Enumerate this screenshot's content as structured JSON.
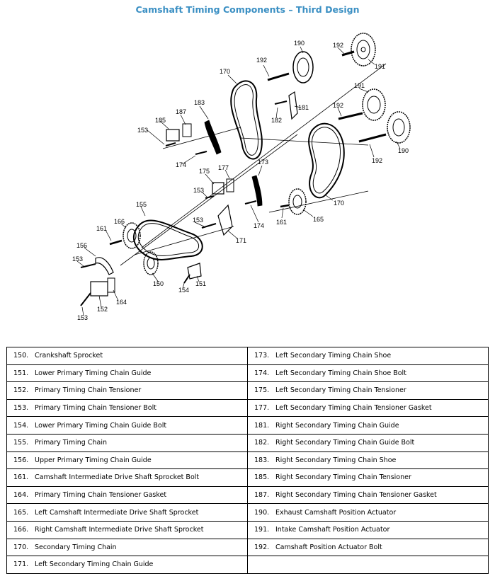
{
  "title": "Camshaft Timing Components – Third Design",
  "callouts": {
    "c150": "150",
    "c151": "151",
    "c152": "152",
    "c153a": "153",
    "c153b": "153",
    "c153c": "153",
    "c153d": "153",
    "c153e": "153",
    "c154": "154",
    "c155": "155",
    "c156": "156",
    "c161a": "161",
    "c161b": "161",
    "c164": "164",
    "c165": "165",
    "c166": "166",
    "c170a": "170",
    "c170b": "170",
    "c171": "171",
    "c173": "173",
    "c174a": "174",
    "c174b": "174",
    "c175": "175",
    "c177": "177",
    "c181": "181",
    "c182": "182",
    "c183": "183",
    "c185": "185",
    "c187": "187",
    "c190a": "190",
    "c190b": "190",
    "c191a": "191",
    "c191b": "191",
    "c192a": "192",
    "c192b": "192",
    "c192c": "192",
    "c192d": "192"
  },
  "legend": {
    "left": [
      {
        "num": "150.",
        "label": "Crankshaft Sprocket"
      },
      {
        "num": "151.",
        "label": "Lower Primary Timing Chain Guide"
      },
      {
        "num": "152.",
        "label": "Primary Timing Chain Tensioner"
      },
      {
        "num": "153.",
        "label": "Primary Timing Chain Tensioner Bolt"
      },
      {
        "num": "154.",
        "label": "Lower Primary Timing Chain Guide Bolt"
      },
      {
        "num": "155.",
        "label": "Primary Timing Chain"
      },
      {
        "num": "156.",
        "label": "Upper Primary Timing Chain Guide"
      },
      {
        "num": "161.",
        "label": "Camshaft Intermediate Drive Shaft Sprocket Bolt"
      },
      {
        "num": "164.",
        "label": "Primary Timing Chain Tensioner Gasket"
      },
      {
        "num": "165.",
        "label": "Left Camshaft Intermediate Drive Shaft Sprocket"
      },
      {
        "num": "166.",
        "label": "Right Camshaft Intermediate Drive Shaft Sprocket"
      },
      {
        "num": "170.",
        "label": "Secondary Timing Chain"
      },
      {
        "num": "171.",
        "label": "Left Secondary Timing Chain Guide"
      }
    ],
    "right": [
      {
        "num": "173.",
        "label": "Left Secondary Timing Chain Shoe"
      },
      {
        "num": "174.",
        "label": "Left Secondary Timing Chain Shoe Bolt"
      },
      {
        "num": "175.",
        "label": "Left Secondary Timing Chain Tensioner"
      },
      {
        "num": "177.",
        "label": "Left Secondary Timing Chain Tensioner Gasket"
      },
      {
        "num": "181.",
        "label": "Right Secondary Timing Chain Guide"
      },
      {
        "num": "182.",
        "label": "Right Secondary Timing Chain Guide Bolt"
      },
      {
        "num": "183.",
        "label": "Right Secondary Timing Chain Shoe"
      },
      {
        "num": "185.",
        "label": "Right Secondary Timing Chain Tensioner"
      },
      {
        "num": "187.",
        "label": "Right Secondary Timing Chain Tensioner Gasket"
      },
      {
        "num": "190.",
        "label": "Exhaust Camshaft Position Actuator"
      },
      {
        "num": "191.",
        "label": "Intake Camshaft Position Actuator"
      },
      {
        "num": "192.",
        "label": "Camshaft Position Actuator Bolt"
      },
      {
        "num": "",
        "label": ""
      }
    ]
  }
}
